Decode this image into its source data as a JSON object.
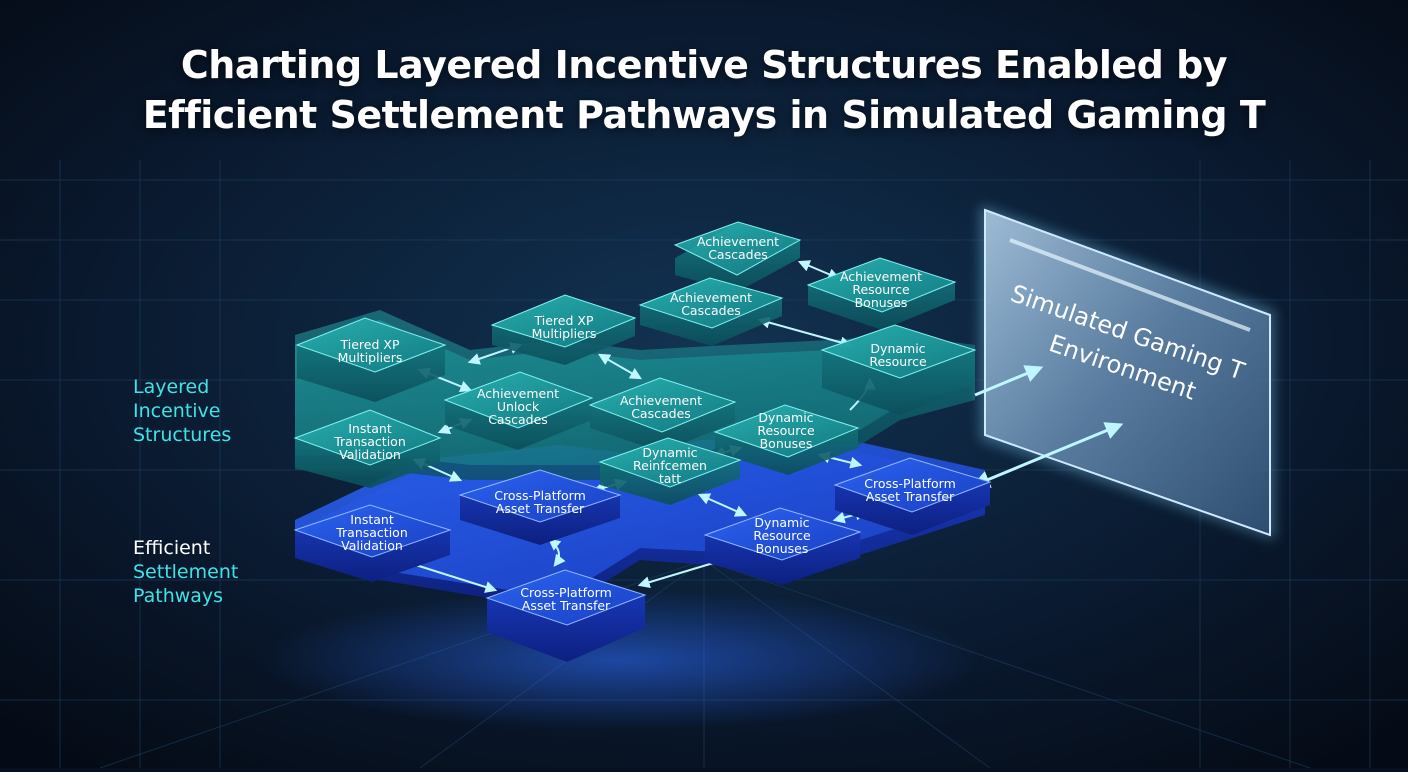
{
  "title_line1": "Charting Layered Incentive Structures Enabled by",
  "title_line2": "Efficient Settlement Pathways in Simulated Gaming T",
  "labels": {
    "layered": [
      "Layered",
      "Incentive",
      "Structures"
    ],
    "efficient": [
      "Efficient",
      "Settlement",
      "Pathways"
    ]
  },
  "screen": {
    "line1": "Simulated Gaming T",
    "line2": "Environment"
  },
  "nodes": {
    "achievement_cascades_top": [
      "Achievement",
      "Cascades"
    ],
    "achievement_resource_bonuses": [
      "Achievement",
      "Resource",
      "Bonuses"
    ],
    "achievement_cascades_mid": [
      "Achievement",
      "Cascades"
    ],
    "tiered_xp_center": [
      "Tiered XP",
      "Multipliers"
    ],
    "tiered_xp_left": [
      "Tiered XP",
      "Multipliers"
    ],
    "dynamic_resource_right": [
      "Dynamic",
      "Resource"
    ],
    "achievement_unlock_cascades": [
      "Achievement",
      "Unlock",
      "Cascades"
    ],
    "achievement_cascades_low": [
      "Achievement",
      "Cascades"
    ],
    "dynamic_resource_bonuses_teal": [
      "Dynamic",
      "Resource",
      "Bonuses"
    ],
    "instant_validation_teal": [
      "Instant",
      "Transaction",
      "Validation"
    ],
    "dynamic_reinforcement": [
      "Dynamic",
      "Reinfcemen",
      "tatt"
    ],
    "cross_platform_mid": [
      "Cross-Platform",
      "Asset Transfer"
    ],
    "cross_platform_right": [
      "Cross-Platform",
      "Asset Transfer"
    ],
    "instant_validation_blue": [
      "Instant",
      "Transaction",
      "Validation"
    ],
    "dynamic_resource_bonuses_blue": [
      "Dynamic",
      "Resource",
      "Bonuses"
    ],
    "cross_platform_bottom": [
      "Cross-Platform",
      "Asset Transfer"
    ]
  },
  "colors": {
    "background": "#07101f",
    "teal_layer": "#1fa5a8",
    "blue_layer": "#1d4fe0",
    "accent_cyan": "#3fe3e6",
    "screen_glow": "#7fd4ff"
  }
}
